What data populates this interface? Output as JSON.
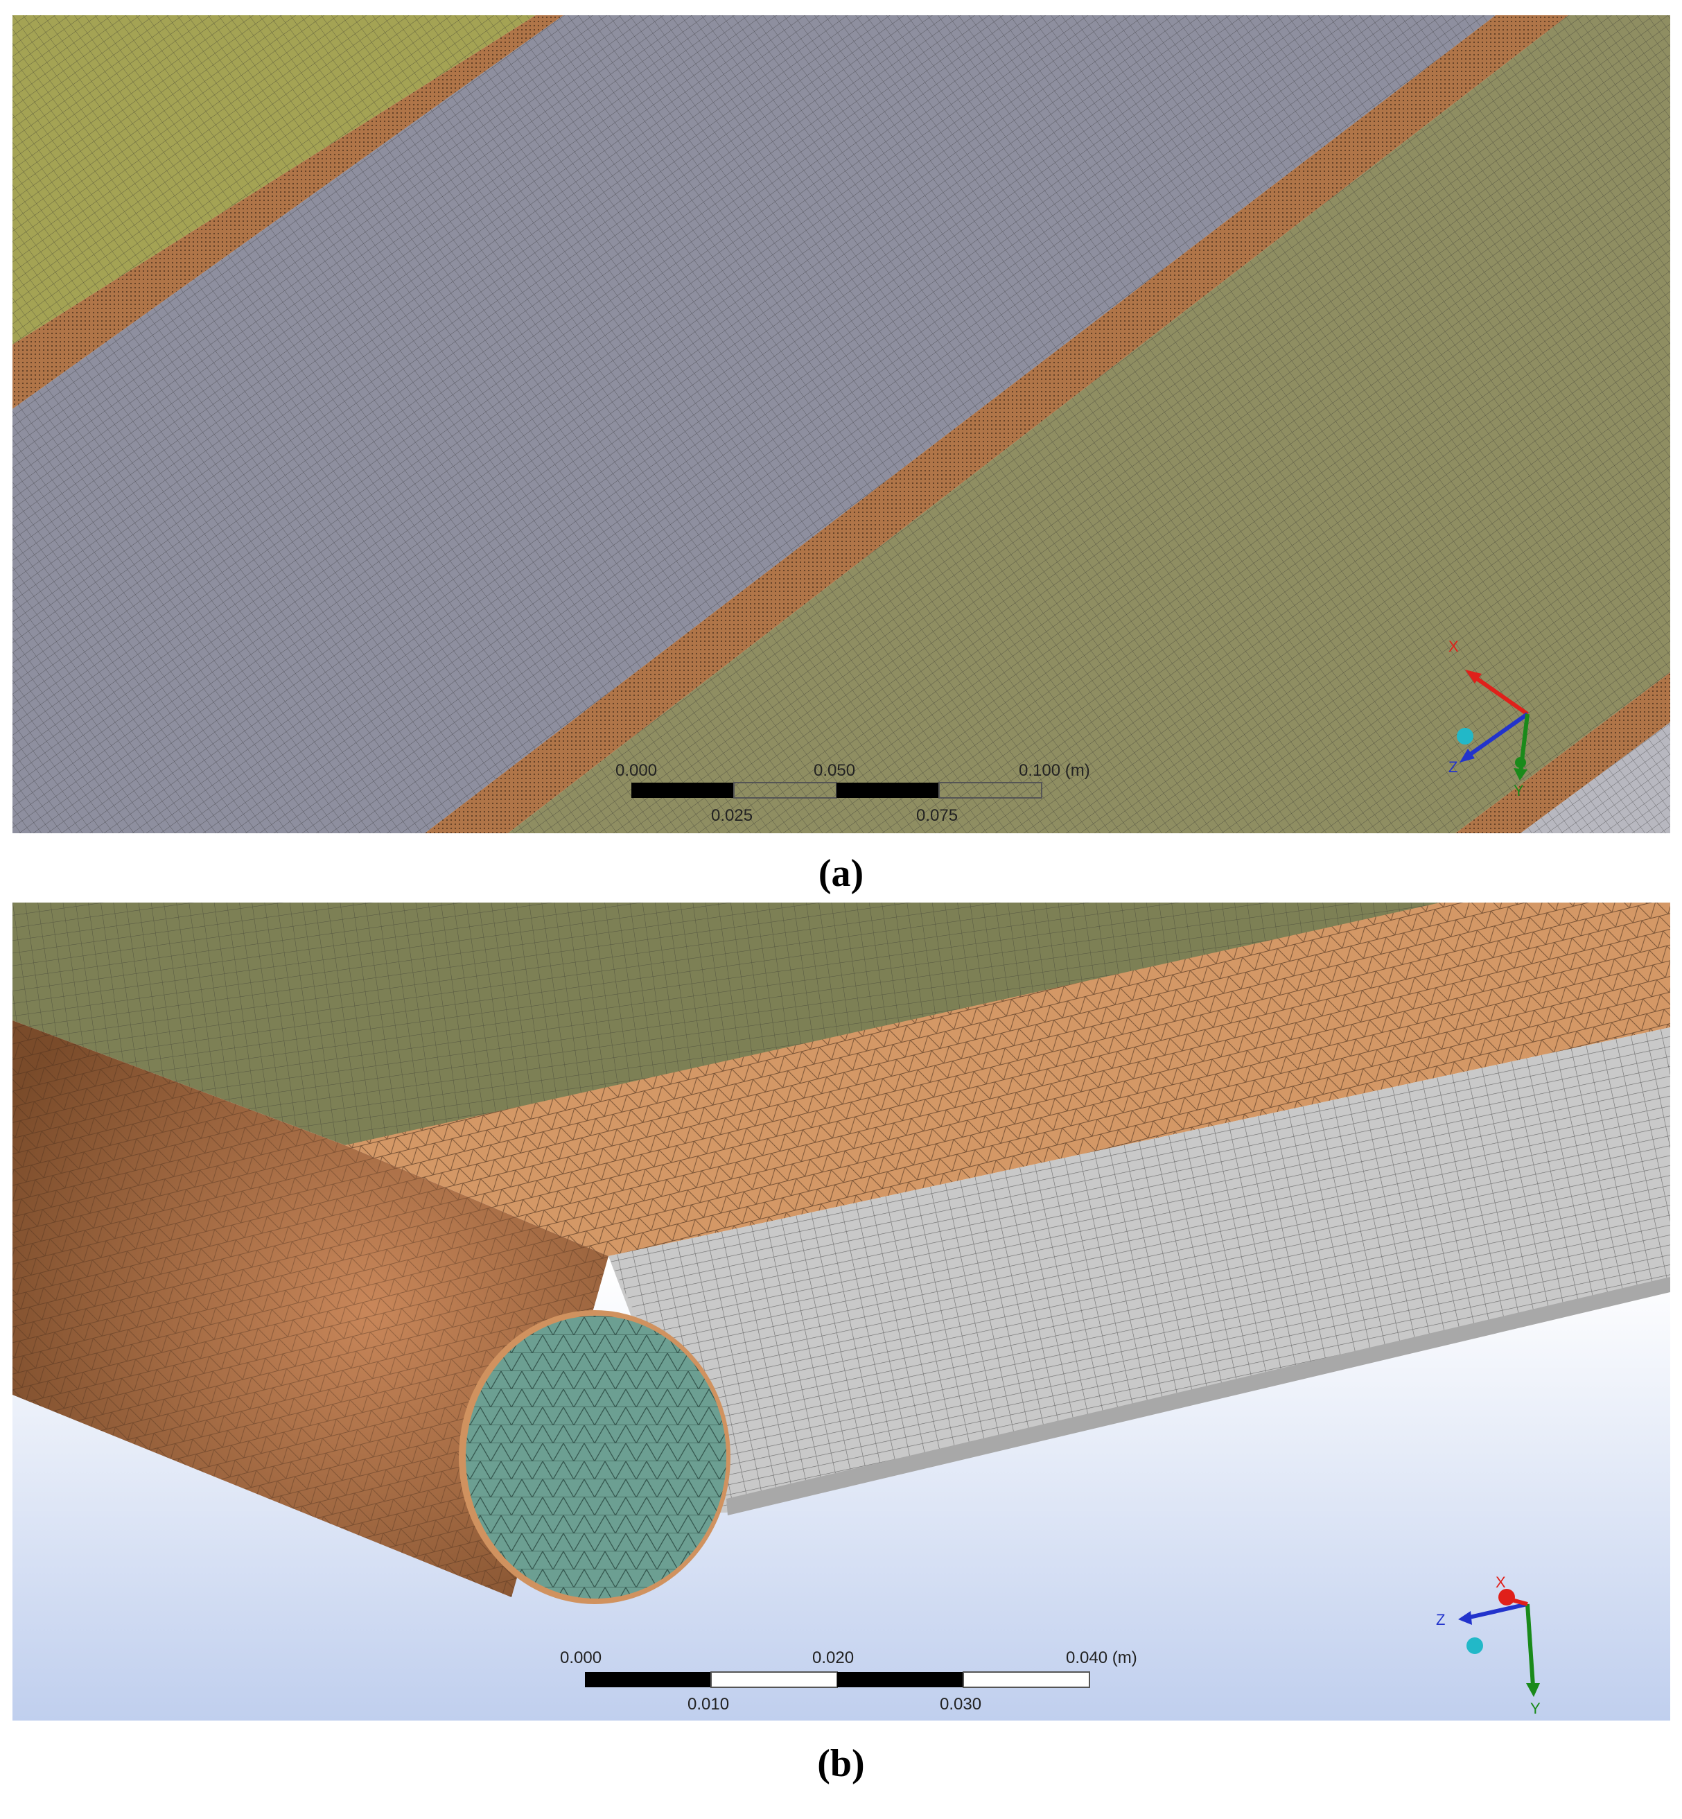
{
  "panels": [
    {
      "caption": "(a)",
      "scale_bar": {
        "top_labels": [
          "0.000",
          "0.050",
          "0.100 (m)"
        ],
        "bottom_labels": [
          "0.025",
          "0.075"
        ]
      },
      "axes": {
        "x": "X",
        "y": "Y",
        "z": "Z"
      }
    },
    {
      "caption": "(b)",
      "scale_bar": {
        "top_labels": [
          "0.000",
          "0.020",
          "0.040 (m)"
        ],
        "bottom_labels": [
          "0.010",
          "0.030"
        ]
      },
      "axes": {
        "x": "X",
        "y": "Y",
        "z": "Z"
      }
    }
  ],
  "colors": {
    "yellow_surface": "#a4a354",
    "olive_surface": "#7d8055",
    "gray_surface": "#8e8f9f",
    "copper_pipe": "#b07548",
    "pipe_fluid": "#6c9f92",
    "light_gray_fin": "#c9c9c9",
    "background_gradient_bottom": "#c0cfee",
    "axis_x": "#e0201a",
    "axis_y": "#1a8a1a",
    "axis_z": "#2233cc",
    "triad_sphere": "#22b8c8"
  }
}
